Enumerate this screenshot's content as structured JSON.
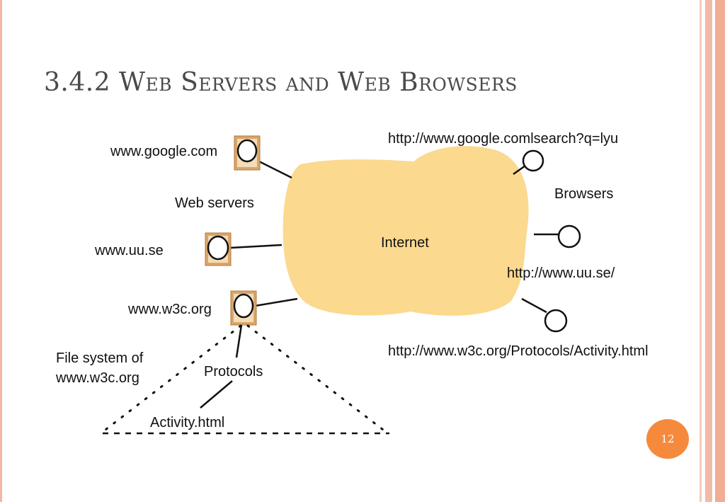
{
  "slide": {
    "title": "3.4.2 Web Servers and Web Browsers",
    "page_number": "12",
    "accent_color": "#f58a3c"
  },
  "diagram": {
    "cloud": {
      "label": "Internet",
      "fill": "#fbd98f"
    },
    "group_labels": {
      "servers": "Web servers",
      "browsers": "Browsers"
    },
    "servers": [
      {
        "name": "www.google.com"
      },
      {
        "name": "www.uu.se"
      },
      {
        "name": "www.w3c.org"
      }
    ],
    "browser_urls": [
      "http://www.google.comlsearch?q=lyu",
      "http://www.uu.se/",
      "http://www.w3c.org/Protocols/Activity.html"
    ],
    "file_system": {
      "label_line1": "File system of",
      "label_line2": "www.w3c.org",
      "folder": "Protocols",
      "file": "Activity.html"
    }
  }
}
